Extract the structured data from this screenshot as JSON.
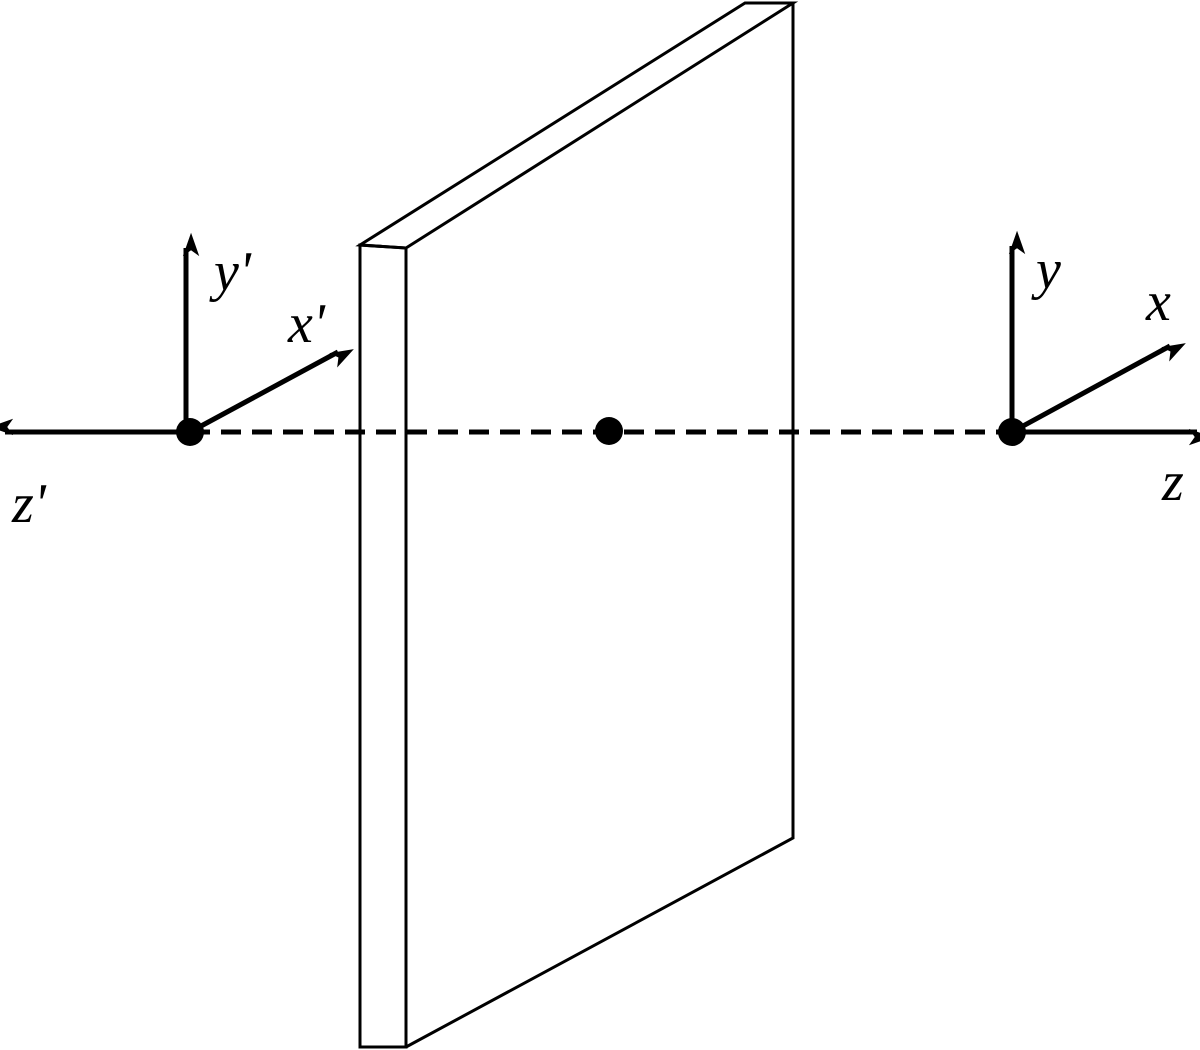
{
  "diagram": {
    "labels": {
      "y_prime": "y'",
      "x_prime": "x'",
      "z_prime": "z'",
      "y": "y",
      "x": "x",
      "z": "z"
    },
    "colors": {
      "stroke": "#000000",
      "background": "#ffffff"
    }
  }
}
